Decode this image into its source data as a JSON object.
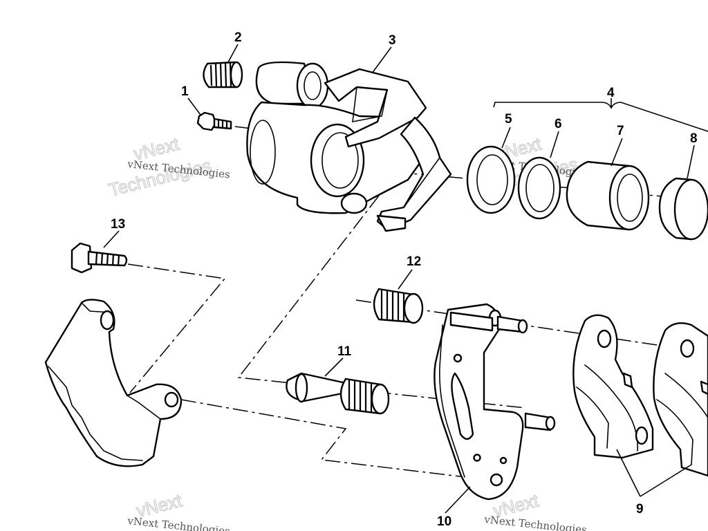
{
  "watermark": {
    "small": "vNext Technologies",
    "outline_top": "vNext",
    "outline_bottom": "Technologies"
  },
  "callouts": {
    "c1": "1",
    "c2": "2",
    "c3": "3",
    "c4": "4",
    "c5": "5",
    "c6": "6",
    "c7": "7",
    "c8": "8",
    "c9": "9",
    "c10": "10",
    "c11": "11",
    "c12": "12",
    "c13": "13"
  },
  "colors": {
    "ink": "#000000",
    "paper": "#ffffff",
    "watermark": "#c9c9c9"
  }
}
